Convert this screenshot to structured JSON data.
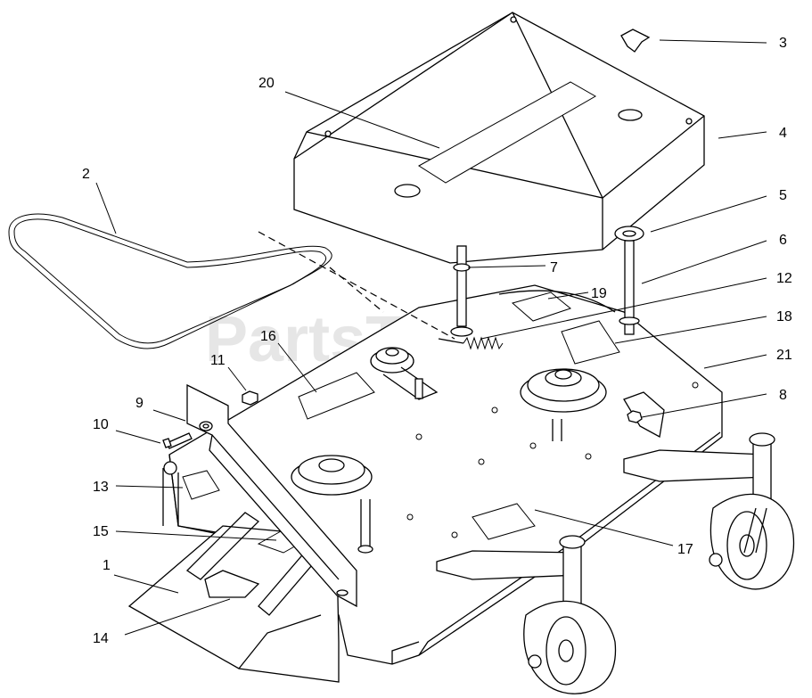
{
  "watermark": "PartsTree",
  "callouts": [
    {
      "id": "c1",
      "label": "1"
    },
    {
      "id": "c2",
      "label": "2"
    },
    {
      "id": "c3",
      "label": "3"
    },
    {
      "id": "c4",
      "label": "4"
    },
    {
      "id": "c5",
      "label": "5"
    },
    {
      "id": "c6",
      "label": "6"
    },
    {
      "id": "c7",
      "label": "7"
    },
    {
      "id": "c8",
      "label": "8"
    },
    {
      "id": "c9",
      "label": "9"
    },
    {
      "id": "c10",
      "label": "10"
    },
    {
      "id": "c11",
      "label": "11"
    },
    {
      "id": "c12",
      "label": "12"
    },
    {
      "id": "c13",
      "label": "13"
    },
    {
      "id": "c14",
      "label": "14"
    },
    {
      "id": "c15",
      "label": "15"
    },
    {
      "id": "c16",
      "label": "16"
    },
    {
      "id": "c17",
      "label": "17"
    },
    {
      "id": "c18",
      "label": "18"
    },
    {
      "id": "c19",
      "label": "19"
    },
    {
      "id": "c20",
      "label": "20"
    },
    {
      "id": "c21",
      "label": "21"
    }
  ]
}
